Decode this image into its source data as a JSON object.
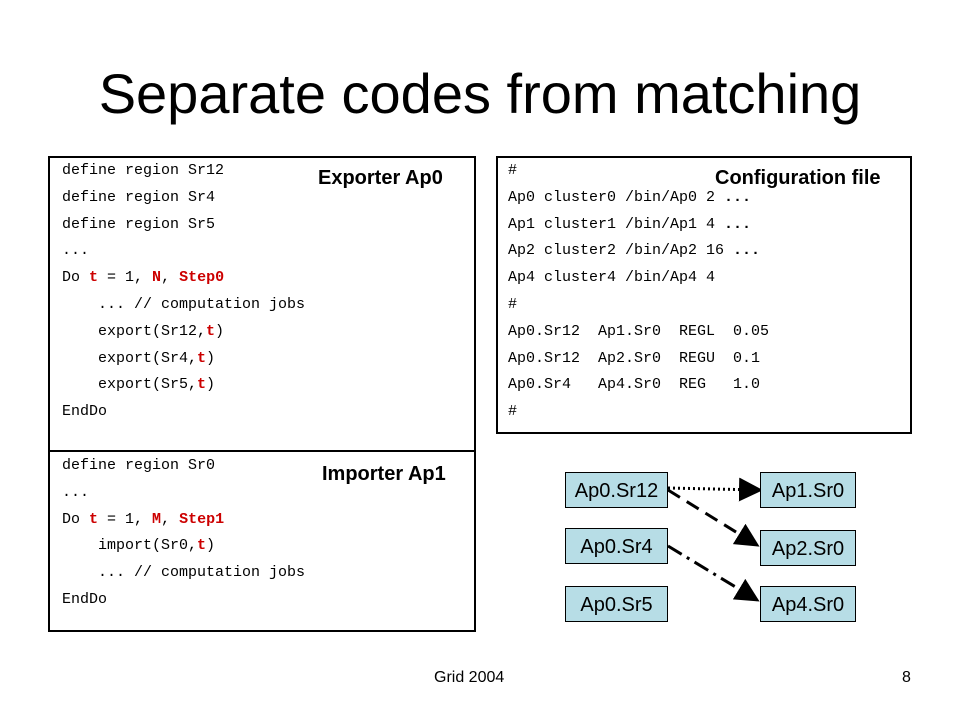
{
  "slide": {
    "title": "Separate codes from matching",
    "footer_center": "Grid 2004",
    "page_number": "8"
  },
  "exporter": {
    "label": "Exporter Ap0",
    "lines": [
      [
        {
          "t": "define region Sr12"
        }
      ],
      [
        {
          "t": "define region Sr4"
        }
      ],
      [
        {
          "t": "define region Sr5"
        }
      ],
      [
        {
          "t": "..."
        }
      ],
      [
        {
          "t": "Do "
        },
        {
          "t": "t",
          "s": "kw"
        },
        {
          "t": " = 1, "
        },
        {
          "t": "N",
          "s": "kw"
        },
        {
          "t": ", "
        },
        {
          "t": "Step0",
          "s": "kw"
        }
      ],
      [
        {
          "t": "    ... // computation jobs"
        }
      ],
      [
        {
          "t": "    export(Sr12,"
        },
        {
          "t": "t",
          "s": "kw"
        },
        {
          "t": ")"
        }
      ],
      [
        {
          "t": "    export(Sr4,"
        },
        {
          "t": "t",
          "s": "kw"
        },
        {
          "t": ")"
        }
      ],
      [
        {
          "t": "    export(Sr5,"
        },
        {
          "t": "t",
          "s": "kw"
        },
        {
          "t": ")"
        }
      ],
      [
        {
          "t": "EndDo"
        }
      ]
    ]
  },
  "importer": {
    "label": "Importer Ap1",
    "lines": [
      [
        {
          "t": "define region Sr0"
        }
      ],
      [
        {
          "t": "..."
        }
      ],
      [
        {
          "t": "Do "
        },
        {
          "t": "t",
          "s": "kw"
        },
        {
          "t": " = 1, "
        },
        {
          "t": "M",
          "s": "kw"
        },
        {
          "t": ", "
        },
        {
          "t": "Step1",
          "s": "kw"
        }
      ],
      [
        {
          "t": "    import(Sr0,"
        },
        {
          "t": "t",
          "s": "kw"
        },
        {
          "t": ")"
        }
      ],
      [
        {
          "t": "    ... // computation jobs"
        }
      ],
      [
        {
          "t": "EndDo"
        }
      ]
    ]
  },
  "config": {
    "label": "Configuration file",
    "lines": [
      [
        {
          "t": "#"
        }
      ],
      [
        {
          "t": "Ap0 cluster0 /bin/Ap0 2 "
        },
        {
          "t": "...",
          "s": "b"
        }
      ],
      [
        {
          "t": "Ap1 cluster1 /bin/Ap1 4 "
        },
        {
          "t": "...",
          "s": "b"
        }
      ],
      [
        {
          "t": "Ap2 cluster2 /bin/Ap2 16 "
        },
        {
          "t": "...",
          "s": "b"
        }
      ],
      [
        {
          "t": "Ap4 cluster4 /bin/Ap4 4"
        }
      ],
      [
        {
          "t": "#"
        }
      ],
      [
        {
          "t": "Ap0.Sr12  Ap1.Sr0  REGL  0.05"
        }
      ],
      [
        {
          "t": "Ap0.Sr12  Ap2.Sr0  REGU  0.1"
        }
      ],
      [
        {
          "t": "Ap0.Sr4   Ap4.Sr0  REG   1.0"
        }
      ],
      [
        {
          "t": "#"
        }
      ]
    ]
  },
  "diagram": {
    "sources": [
      "Ap0.Sr12",
      "Ap0.Sr4",
      "Ap0.Sr5"
    ],
    "targets": [
      "Ap1.Sr0",
      "Ap2.Sr0",
      "Ap4.Sr0"
    ],
    "node_fill": "#b7dde6",
    "links": [
      {
        "from": "Ap0.Sr12",
        "to": "Ap1.Sr0",
        "style": "dotted"
      },
      {
        "from": "Ap0.Sr12",
        "to": "Ap2.Sr0",
        "style": "dashed"
      },
      {
        "from": "Ap0.Sr4",
        "to": "Ap4.Sr0",
        "style": "dash-dot"
      }
    ]
  },
  "colors": {
    "keyword": "#cc0000"
  }
}
